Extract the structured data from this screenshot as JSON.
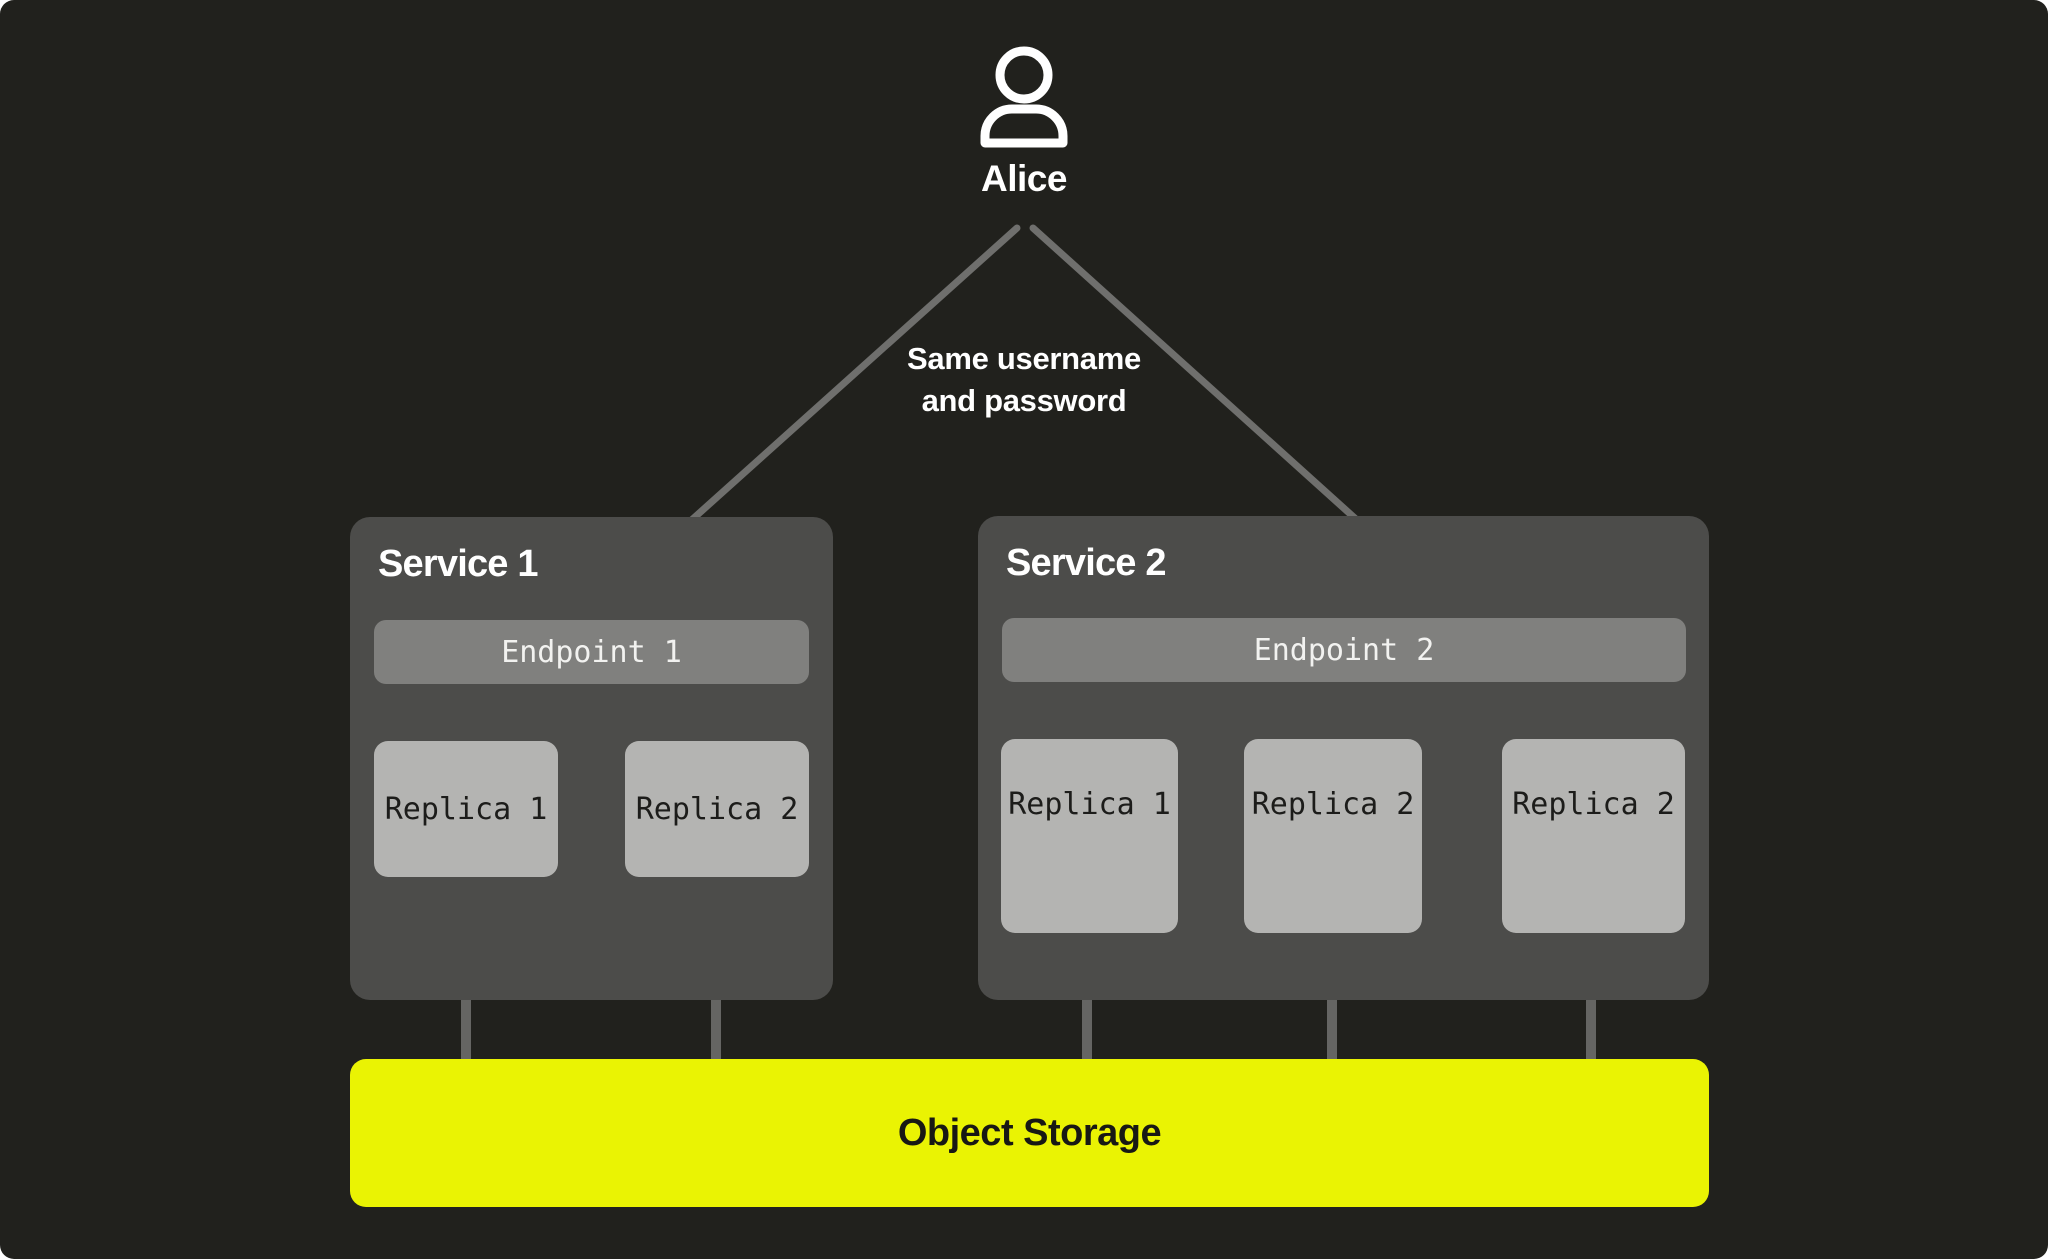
{
  "diagram": {
    "user": {
      "name": "Alice",
      "icon": "person-icon"
    },
    "annotation": {
      "line1": "Same username",
      "line2": "and password"
    },
    "services": [
      {
        "title": "Service 1",
        "endpoint": "Endpoint 1",
        "replicas": [
          "Replica 1",
          "Replica 2"
        ]
      },
      {
        "title": "Service 2",
        "endpoint": "Endpoint 2",
        "replicas": [
          "Replica 1",
          "Replica 2",
          "Replica 2"
        ]
      }
    ],
    "storage": {
      "label": "Object Storage"
    },
    "colors": {
      "panel_background": "#21211d",
      "service_box": "#4c4c4a",
      "endpoint_bar": "#80807e",
      "replica_box": "#b4b4b2",
      "connector_line": "#656563",
      "arrow_line": "#6f6f6d",
      "storage_accent": "#eaf303",
      "text_light": "#ffffff",
      "text_dark": "#1c1c1a"
    }
  }
}
